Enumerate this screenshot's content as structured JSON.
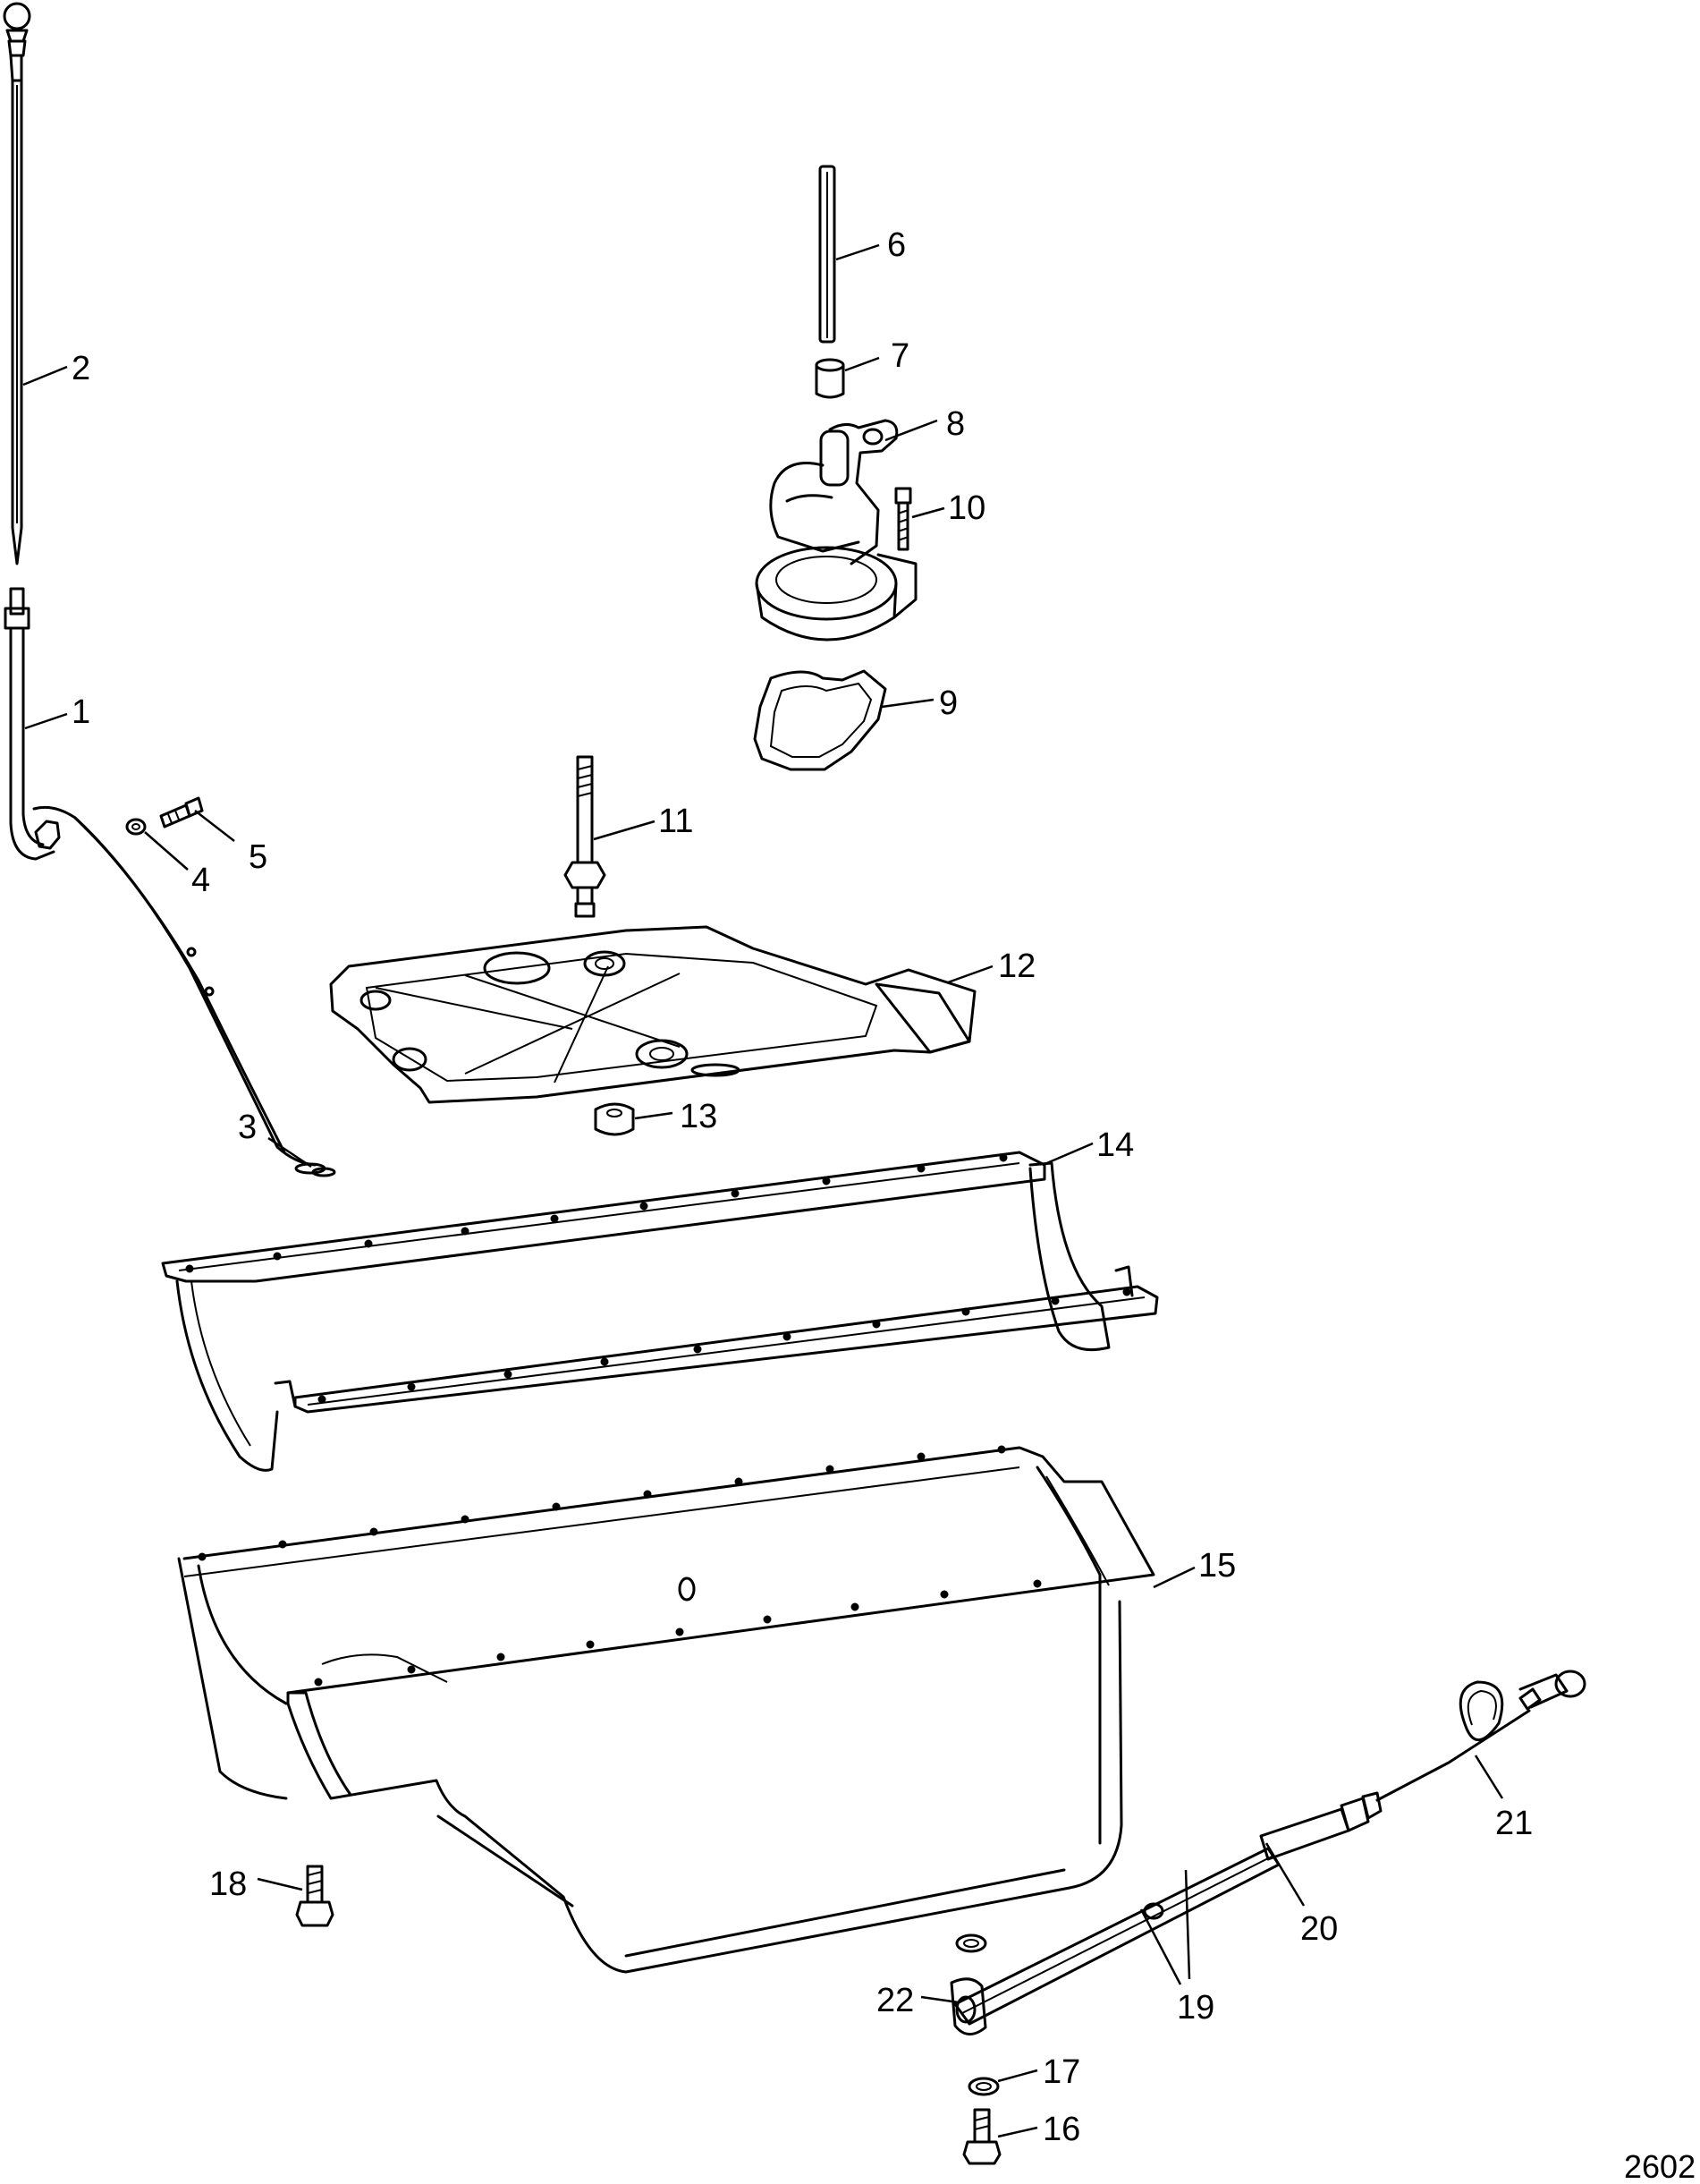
{
  "callouts": [
    "1",
    "2",
    "3",
    "4",
    "5",
    "6",
    "7",
    "8",
    "9",
    "10",
    "11",
    "12",
    "13",
    "14",
    "15",
    "16",
    "17",
    "18",
    "19",
    "20",
    "21",
    "22"
  ],
  "figure_code": "2602"
}
